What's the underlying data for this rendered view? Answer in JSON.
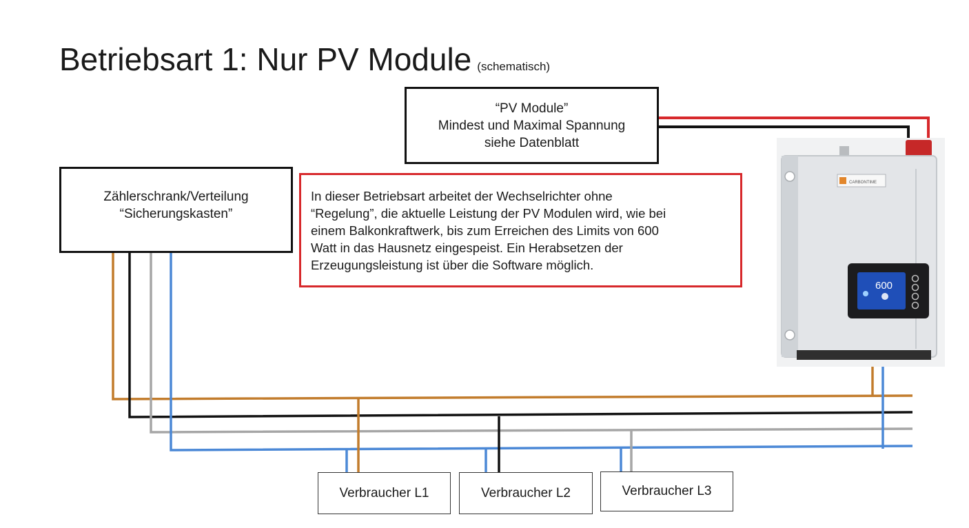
{
  "title": {
    "main": "Betriebsart 1: Nur PV Module",
    "sub": "(schematisch)"
  },
  "pv_box": {
    "lines": [
      "“PV Module”",
      "Mindest und Maximal Spannung",
      "siehe Datenblatt"
    ]
  },
  "panel_box": {
    "lines": [
      "Zählerschrank/Verteilung",
      "“Sicherungskasten”"
    ]
  },
  "note": {
    "lines": [
      "In dieser Betriebsart arbeitet der Wechselrichter ohne",
      "“Regelung”, die aktuelle Leistung der PV Modulen wird, wie bei",
      "einem Balkonkraftwerk, bis zum Erreichen des Limits von 600",
      "Watt in das Hausnetz eingespeist. Ein Herabsetzen der",
      "Erzeugungsleistung ist über die Software möglich."
    ]
  },
  "loads": [
    "Verbraucher L1",
    "Verbraucher L2",
    "Verbraucher L3"
  ],
  "inverter": {
    "display_value": "600",
    "brand": "CARBONTIME"
  },
  "colors": {
    "l1_brown": "#c27c2c",
    "l2_black": "#111111",
    "l3_grey": "#a6a6a6",
    "neutral_blue": "#4b88d6",
    "dc_red": "#d7282b",
    "note_border": "#d7282b"
  }
}
